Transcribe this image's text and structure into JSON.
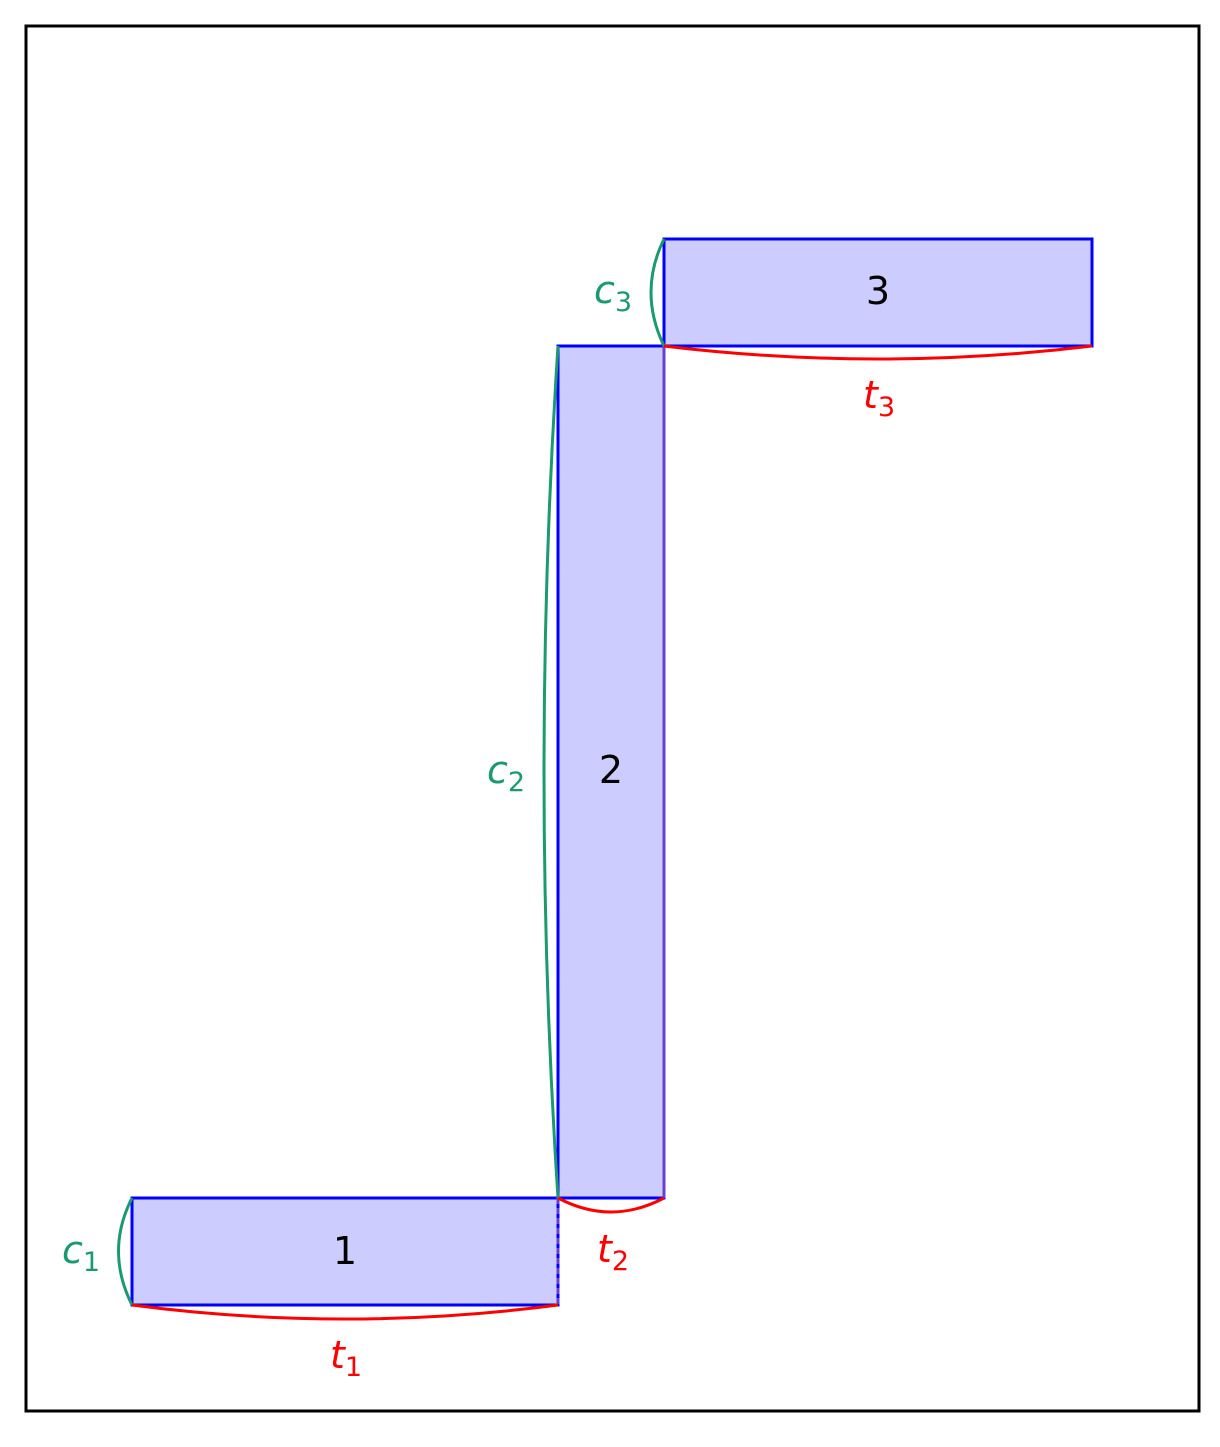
{
  "colors": {
    "frame": "#000000",
    "panel_fill": "#ccccff",
    "panel_edge": "#0000ff",
    "shared_edge": "#6a3fd0",
    "c_dimension": "#1b9a6e",
    "t_dimension": "#ff0000",
    "panel_text": "#000000"
  },
  "panels": [
    {
      "label": "1"
    },
    {
      "label": "2"
    },
    {
      "label": "3"
    }
  ],
  "dimensions": {
    "c": [
      {
        "symbol": "c",
        "subscript": "1"
      },
      {
        "symbol": "c",
        "subscript": "2"
      },
      {
        "symbol": "c",
        "subscript": "3"
      }
    ],
    "t": [
      {
        "symbol": "t",
        "subscript": "1"
      },
      {
        "symbol": "t",
        "subscript": "2"
      },
      {
        "symbol": "t",
        "subscript": "3"
      }
    ]
  }
}
